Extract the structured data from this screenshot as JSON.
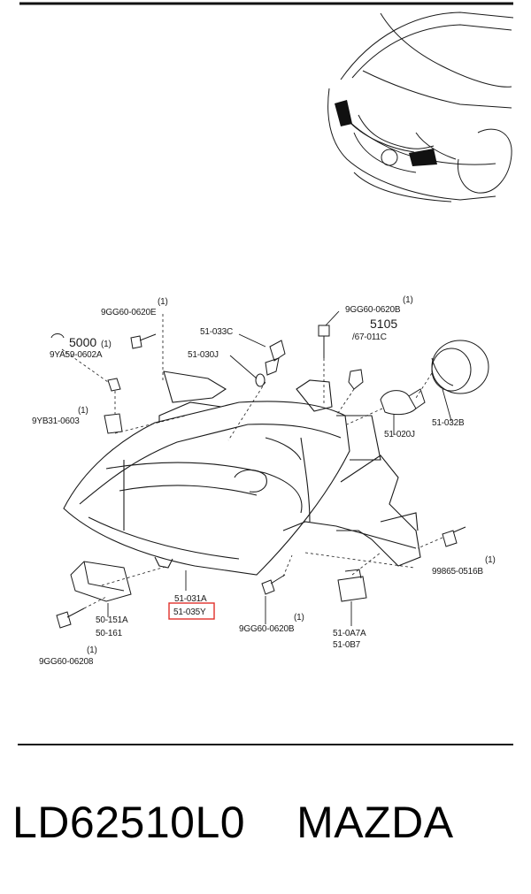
{
  "diagram": {
    "labels": {
      "l_9gg60_0620e": "9GG60-0620E",
      "l_9gg60_0620b_top": "9GG60-0620B",
      "l_1_a": "(1)",
      "l_1_b": "(1)",
      "l_5000": "5000",
      "l_5000_qty": "(1)",
      "l_9ya59": "9YA59-0602A",
      "l_51_033c": "51-033C",
      "l_51_030j": "51-030J",
      "l_5105": "5105",
      "l_67_011c": "/67-011C",
      "l_9yb31": "9YB31-0603",
      "l_9yb31_qty": "(1)",
      "l_51_020j": "51-020J",
      "l_51_032b": "51-032B",
      "l_99865": "99865-0516B",
      "l_99865_qty": "(1)",
      "l_51_031a": "51-031A",
      "l_51_035y": "51-035Y",
      "l_50_151a": "50-151A",
      "l_50_161": "50-161",
      "l_9gg60_0620b_mid": "9GG60-0620B",
      "l_9gg60_mid_qty": "(1)",
      "l_51_0a7a": "51-0A7A",
      "l_51_0b7": "51-0B7",
      "l_9gg60_06208": "9GG60-06208",
      "l_9gg60_06208_qty": "(1)"
    },
    "highlight_color": "#e0302a",
    "line_color": "#1a1a1a"
  },
  "footer": {
    "part_number": "LD62510L0",
    "brand": "MAZDA"
  }
}
